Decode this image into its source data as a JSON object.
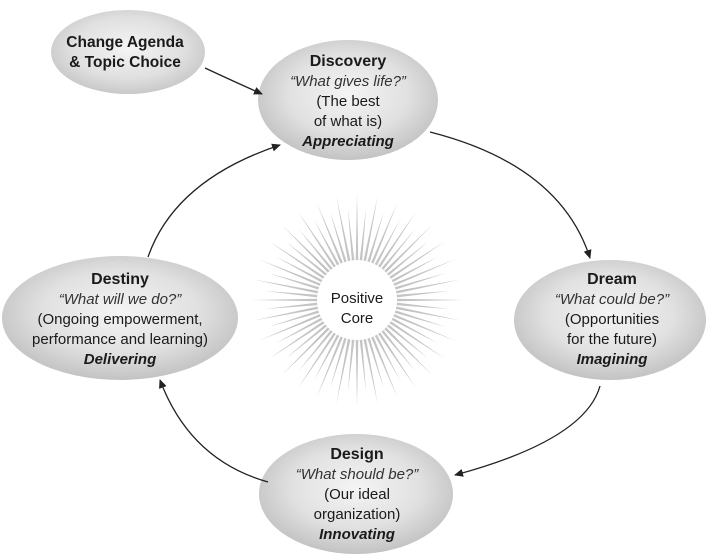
{
  "agenda": {
    "line1": "Change Agenda",
    "line2": "& Topic Choice"
  },
  "core": {
    "line1": "Positive",
    "line2": "Core"
  },
  "nodes": {
    "discovery": {
      "title": "Discovery",
      "question": "“What gives life?”",
      "desc": "(The best\nof what is)",
      "verb": "Appreciating"
    },
    "dream": {
      "title": "Dream",
      "question": "“What could be?”",
      "desc": "(Opportunities\nfor the future)",
      "verb": "Imagining"
    },
    "design": {
      "title": "Design",
      "question": "“What should be?”",
      "desc": "(Our ideal\norganization)",
      "verb": "Innovating"
    },
    "destiny": {
      "title": "Destiny",
      "question": "“What will we do?”",
      "desc": "(Ongoing empowerment,\nperformance and learning)",
      "verb": "Delivering"
    }
  },
  "colors": {
    "ellipse_fill_light": "#ededed",
    "ellipse_fill_dark": "#bdbdbd",
    "starburst": "#c4c4c4",
    "arrow": "#222222"
  }
}
